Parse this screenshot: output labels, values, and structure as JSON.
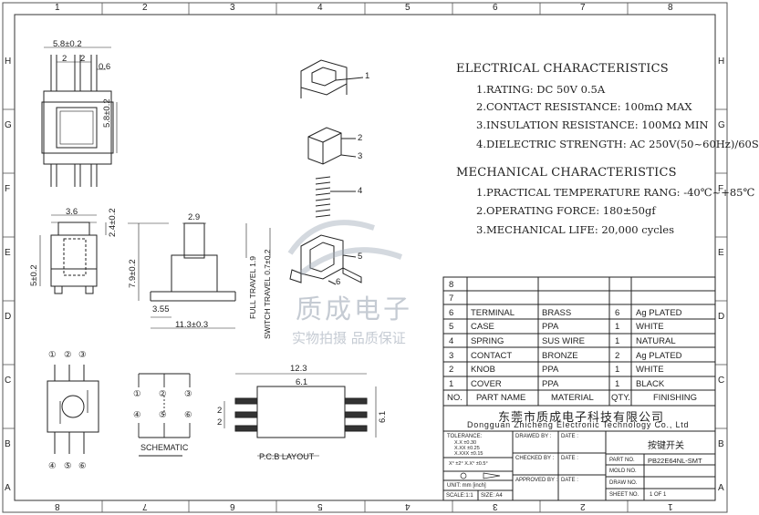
{
  "frame": {
    "cols": [
      "1",
      "2",
      "3",
      "4",
      "5",
      "6",
      "7",
      "8"
    ],
    "cols_bottom": [
      "8",
      "7",
      "6",
      "5",
      "4",
      "3",
      "2",
      "1"
    ],
    "rows_left": [
      "H",
      "G",
      "F",
      "E",
      "D",
      "C",
      "B",
      "A"
    ],
    "rows_right": [
      "H",
      "G",
      "F",
      "E",
      "D",
      "C",
      "B",
      "A"
    ]
  },
  "electrical": {
    "heading": "ELECTRICAL CHARACTERISTICS",
    "items": [
      "1.RATING: DC 50V 0.5A",
      "2.CONTACT RESISTANCE: 100mΩ MAX",
      "3.INSULATION RESISTANCE: 100MΩ MIN",
      "4.DIELECTRIC STRENGTH: AC 250V(50~60Hz)/60S"
    ]
  },
  "mechanical": {
    "heading": "MECHANICAL CHARACTERISTICS",
    "items": [
      "1.PRACTICAL TEMPERATURE RANG: -40℃~+85℃",
      "2.OPERATING FORCE: 180±50gf",
      "3.MECHANICAL LIFE: 20,000 cycles"
    ]
  },
  "dimensions": {
    "top_width": "5.8±0.2",
    "top_pitch": "2",
    "top_pitch2": "2",
    "top_pin": "0.6",
    "top_height": "5.8±0.2",
    "side_width": "3.6",
    "side_top": "2.4±0.2",
    "side_body": "5±0.2",
    "front_knob": "2.9",
    "front_height": "7.9±0.2",
    "front_offset": "3.55",
    "front_len": "11.3±0.3",
    "full_travel": "FULL TRAVEL 1.9",
    "switch_travel": "SWITCH TRAVEL 0.7±0.2",
    "pcb_total": "12.3",
    "pcb_inner": "6.1",
    "pcb_pitch": "2",
    "pcb_pitch2": "2",
    "pcb_height": "6.1"
  },
  "pins": [
    "①",
    "②",
    "③",
    "④",
    "⑤",
    "⑥"
  ],
  "explode_labels": [
    "1",
    "2",
    "3",
    "4",
    "5",
    "6"
  ],
  "schematic_label": "SCHEMATIC",
  "pcb_label": "P.C.B LAYOUT",
  "watermark": {
    "brand": "质成电子",
    "slogan": "实物拍摄 品质保证"
  },
  "bom": {
    "rows": [
      {
        "no": "8",
        "part": "",
        "material": "",
        "qty": "",
        "finish": ""
      },
      {
        "no": "7",
        "part": "",
        "material": "",
        "qty": "",
        "finish": ""
      },
      {
        "no": "6",
        "part": "TERMINAL",
        "material": "BRASS",
        "qty": "6",
        "finish": "Ag PLATED"
      },
      {
        "no": "5",
        "part": "CASE",
        "material": "PPA",
        "qty": "1",
        "finish": "WHITE"
      },
      {
        "no": "4",
        "part": "SPRING",
        "material": "SUS WIRE",
        "qty": "1",
        "finish": "NATURAL"
      },
      {
        "no": "3",
        "part": "CONTACT",
        "material": "BRONZE",
        "qty": "2",
        "finish": "Ag PLATED"
      },
      {
        "no": "2",
        "part": "KNOB",
        "material": "PPA",
        "qty": "1",
        "finish": "WHITE"
      },
      {
        "no": "1",
        "part": "COVER",
        "material": "PPA",
        "qty": "1",
        "finish": "BLACK"
      }
    ],
    "header": {
      "no": "NO.",
      "part": "PART NAME",
      "material": "MATERIAL",
      "qty": "QTY.",
      "finish": "FINISHING"
    }
  },
  "title_block": {
    "company_cn": "东莞市质成电子科技有限公司",
    "company_en": "Dongguan Zhicheng Electronic Technology Co., Ltd",
    "tolerance": "TOLERANCE:",
    "tol_lines": [
      "X.X   ±0.30",
      "X.XX   ±0.25",
      "X.XXX ±0.15"
    ],
    "tol_angle": "X°  ±2°    X.X° ±0.5°",
    "unit": "UNIT:  mm  [inch]",
    "scale": "SCALE:1:1",
    "size": "SIZE: A4",
    "drawn_by": "DRAWED BY :",
    "checked_by": "CHECKED BY :",
    "approved_by": "APPROVED BY :",
    "date": "DATE :",
    "title_cn": "按键开关",
    "part_no_label": "PART NO.",
    "part_no": "PB22E64NL-SMT",
    "mold_no": "MOLD NO.",
    "draw_no": "DRAW NO.",
    "sheet_no": "SHEET NO.",
    "sheet": "1 OF 1"
  }
}
